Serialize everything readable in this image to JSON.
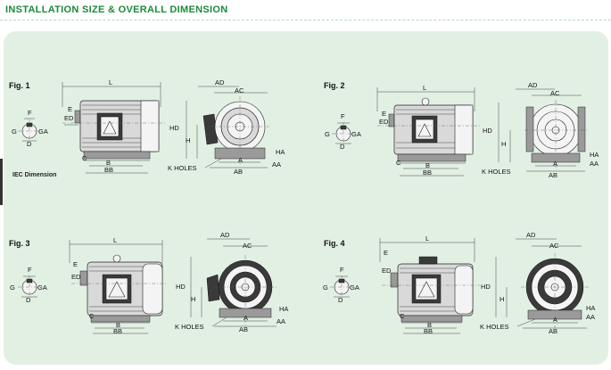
{
  "title": "INSTALLATION SIZE & OVERALL DIMENSION",
  "iec_note": "IEC Dimension",
  "figures": [
    {
      "label": "Fig. 1",
      "shaft": {
        "F": "F",
        "G": "G",
        "GA": "GA",
        "D": "D"
      },
      "side": {
        "L": "L",
        "E": "E",
        "ED": "ED",
        "C": "C",
        "B": "B",
        "BB": "BB"
      },
      "front": {
        "AD": "AD",
        "AC": "AC",
        "HD": "HD",
        "H": "H",
        "HA": "HA",
        "AA": "AA",
        "A": "A",
        "AB": "AB",
        "K": "K HOLES"
      }
    },
    {
      "label": "Fig. 2",
      "shaft": {
        "F": "F",
        "G": "G",
        "GA": "GA",
        "D": "D"
      },
      "side": {
        "L": "L",
        "E": "E",
        "ED": "ED",
        "C": "C",
        "B": "B",
        "BB": "BB"
      },
      "front": {
        "AD": "AD",
        "AC": "AC",
        "HD": "HD",
        "H": "H",
        "HA": "HA",
        "AA": "AA",
        "A": "A",
        "AB": "AB",
        "K": "K HOLES"
      }
    },
    {
      "label": "Fig. 3",
      "shaft": {
        "F": "F",
        "G": "G",
        "GA": "GA",
        "D": "D"
      },
      "side": {
        "L": "L",
        "E": "E",
        "ED": "ED",
        "C": "C",
        "B": "B",
        "BB": "BB"
      },
      "front": {
        "AD": "AD",
        "AC": "AC",
        "HD": "HD",
        "H": "H",
        "HA": "HA",
        "AA": "AA",
        "A": "A",
        "AB": "AB",
        "K": "K HOLES"
      }
    },
    {
      "label": "Fig. 4",
      "shaft": {
        "F": "F",
        "G": "G",
        "GA": "GA",
        "D": "D"
      },
      "side": {
        "L": "L",
        "E": "E",
        "ED": "ED",
        "C": "C",
        "B": "B",
        "BB": "BB"
      },
      "front": {
        "AD": "AD",
        "AC": "AC",
        "HD": "HD",
        "H": "H",
        "HA": "HA",
        "AA": "AA",
        "A": "A",
        "AB": "AB",
        "K": "K HOLES"
      }
    }
  ]
}
